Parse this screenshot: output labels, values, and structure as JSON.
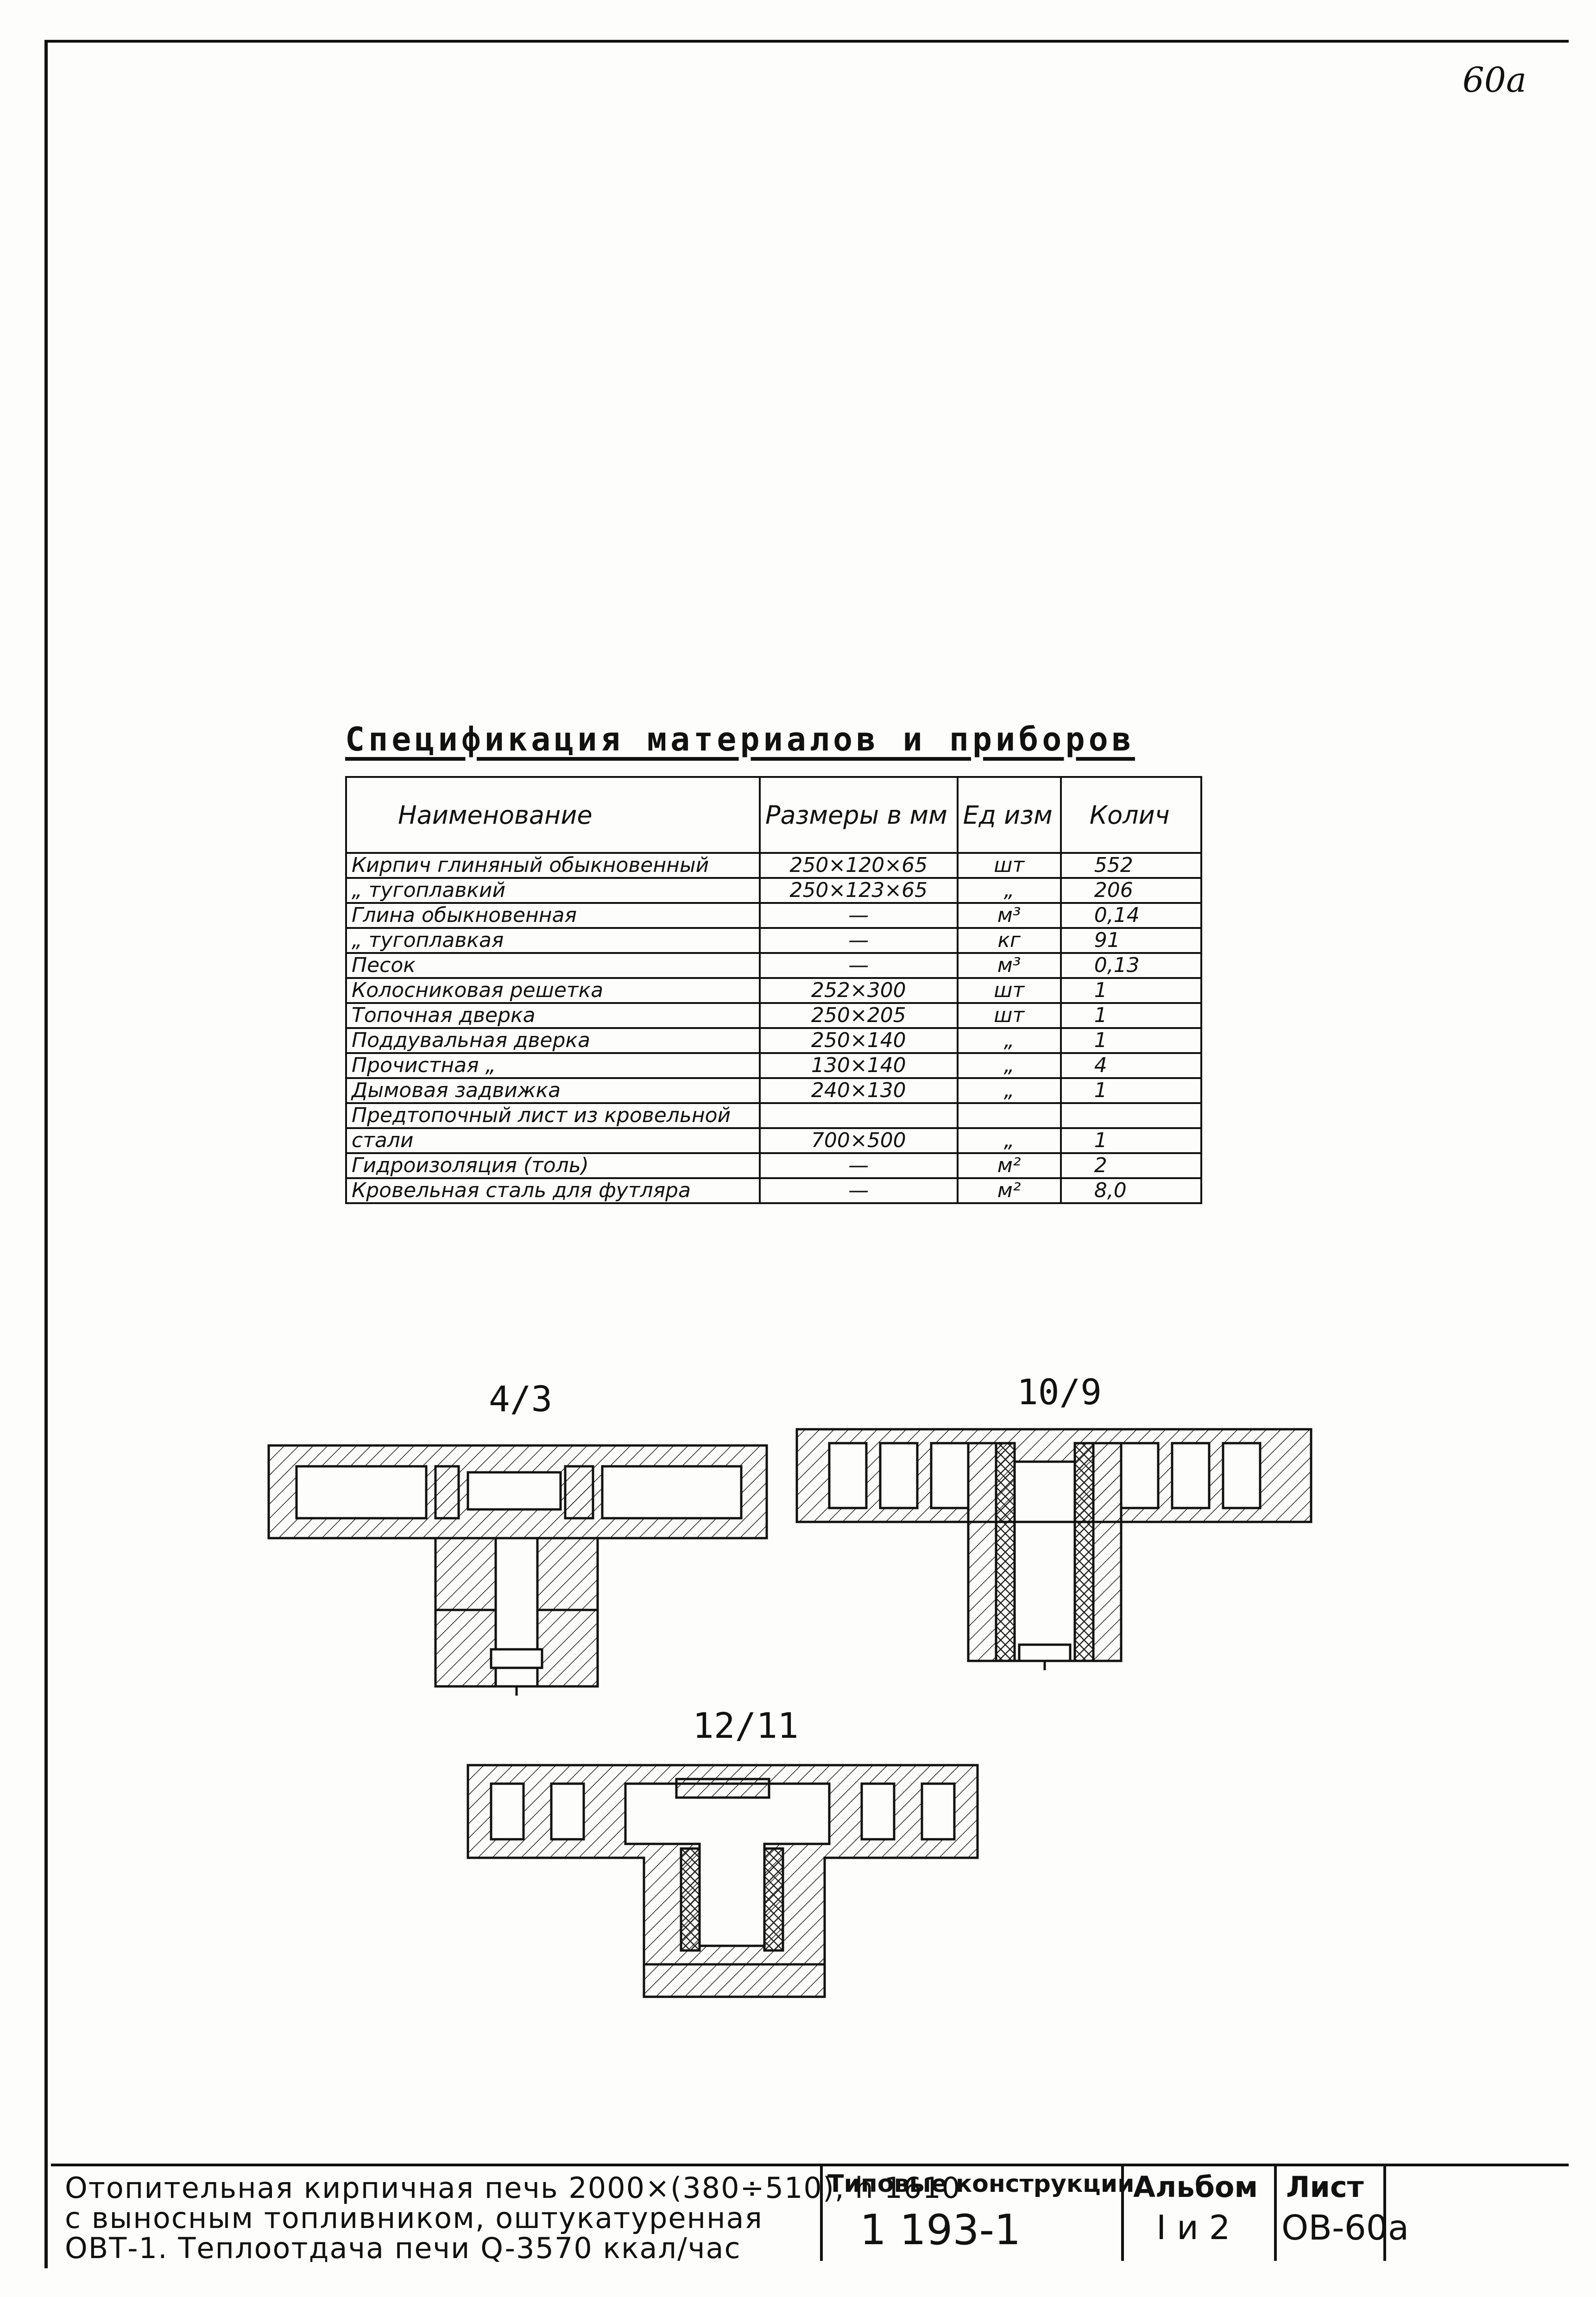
{
  "sheet_number": "60a",
  "spec": {
    "title": "Спецификация материалов и приборов",
    "headers": [
      "Наименование",
      "Размеры в мм",
      "Ед изм",
      "Колич"
    ],
    "rows": [
      {
        "name": "Кирпич глиняный обыкновенный",
        "size": "250×120×65",
        "unit": "шт",
        "qty": "552"
      },
      {
        "name": "„ тугоплавкий",
        "size": "250×123×65",
        "unit": "„",
        "qty": "206"
      },
      {
        "name": "Глина обыкновенная",
        "size": "—",
        "unit": "м³",
        "qty": "0,14"
      },
      {
        "name": "„ тугоплавкая",
        "size": "—",
        "unit": "кг",
        "qty": "91"
      },
      {
        "name": "Песок",
        "size": "—",
        "unit": "м³",
        "qty": "0,13"
      },
      {
        "name": "Колосниковая решетка",
        "size": "252×300",
        "unit": "шт",
        "qty": "1"
      },
      {
        "name": "Топочная дверка",
        "size": "250×205",
        "unit": "шт",
        "qty": "1"
      },
      {
        "name": "Поддувальная дверка",
        "size": "250×140",
        "unit": "„",
        "qty": "1"
      },
      {
        "name": "Прочистная „",
        "size": "130×140",
        "unit": "„",
        "qty": "4"
      },
      {
        "name": "Дымовая задвижка",
        "size": "240×130",
        "unit": "„",
        "qty": "1"
      },
      {
        "name": "Предтопочный лист из кровельной",
        "size": "",
        "unit": "",
        "qty": ""
      },
      {
        "name": "стали",
        "size": "700×500",
        "unit": "„",
        "qty": "1"
      },
      {
        "name": "Гидроизоляция (толь)",
        "size": "—",
        "unit": "м²",
        "qty": "2"
      },
      {
        "name": "Кровельная сталь для футляра",
        "size": "—",
        "unit": "м²",
        "qty": "8,0"
      }
    ]
  },
  "section_labels": {
    "s1": "4/3",
    "s2": "10/9",
    "s3": "12/11"
  },
  "title_block": {
    "line1": "Отопительная кирпичная печь 2000×(380÷510), h 1610",
    "line2": "с выносным топливником, оштукатуренная",
    "line3": "ОВТ-1. Теплоотдача печи Q-3570 ккал/час",
    "col1_head": "Типовые конструкции",
    "col1_val": "1 193-1",
    "col2_head": "Альбом",
    "col2_val": "I и 2",
    "col3_head": "Лист",
    "col3_val": "ОВ-60а"
  }
}
